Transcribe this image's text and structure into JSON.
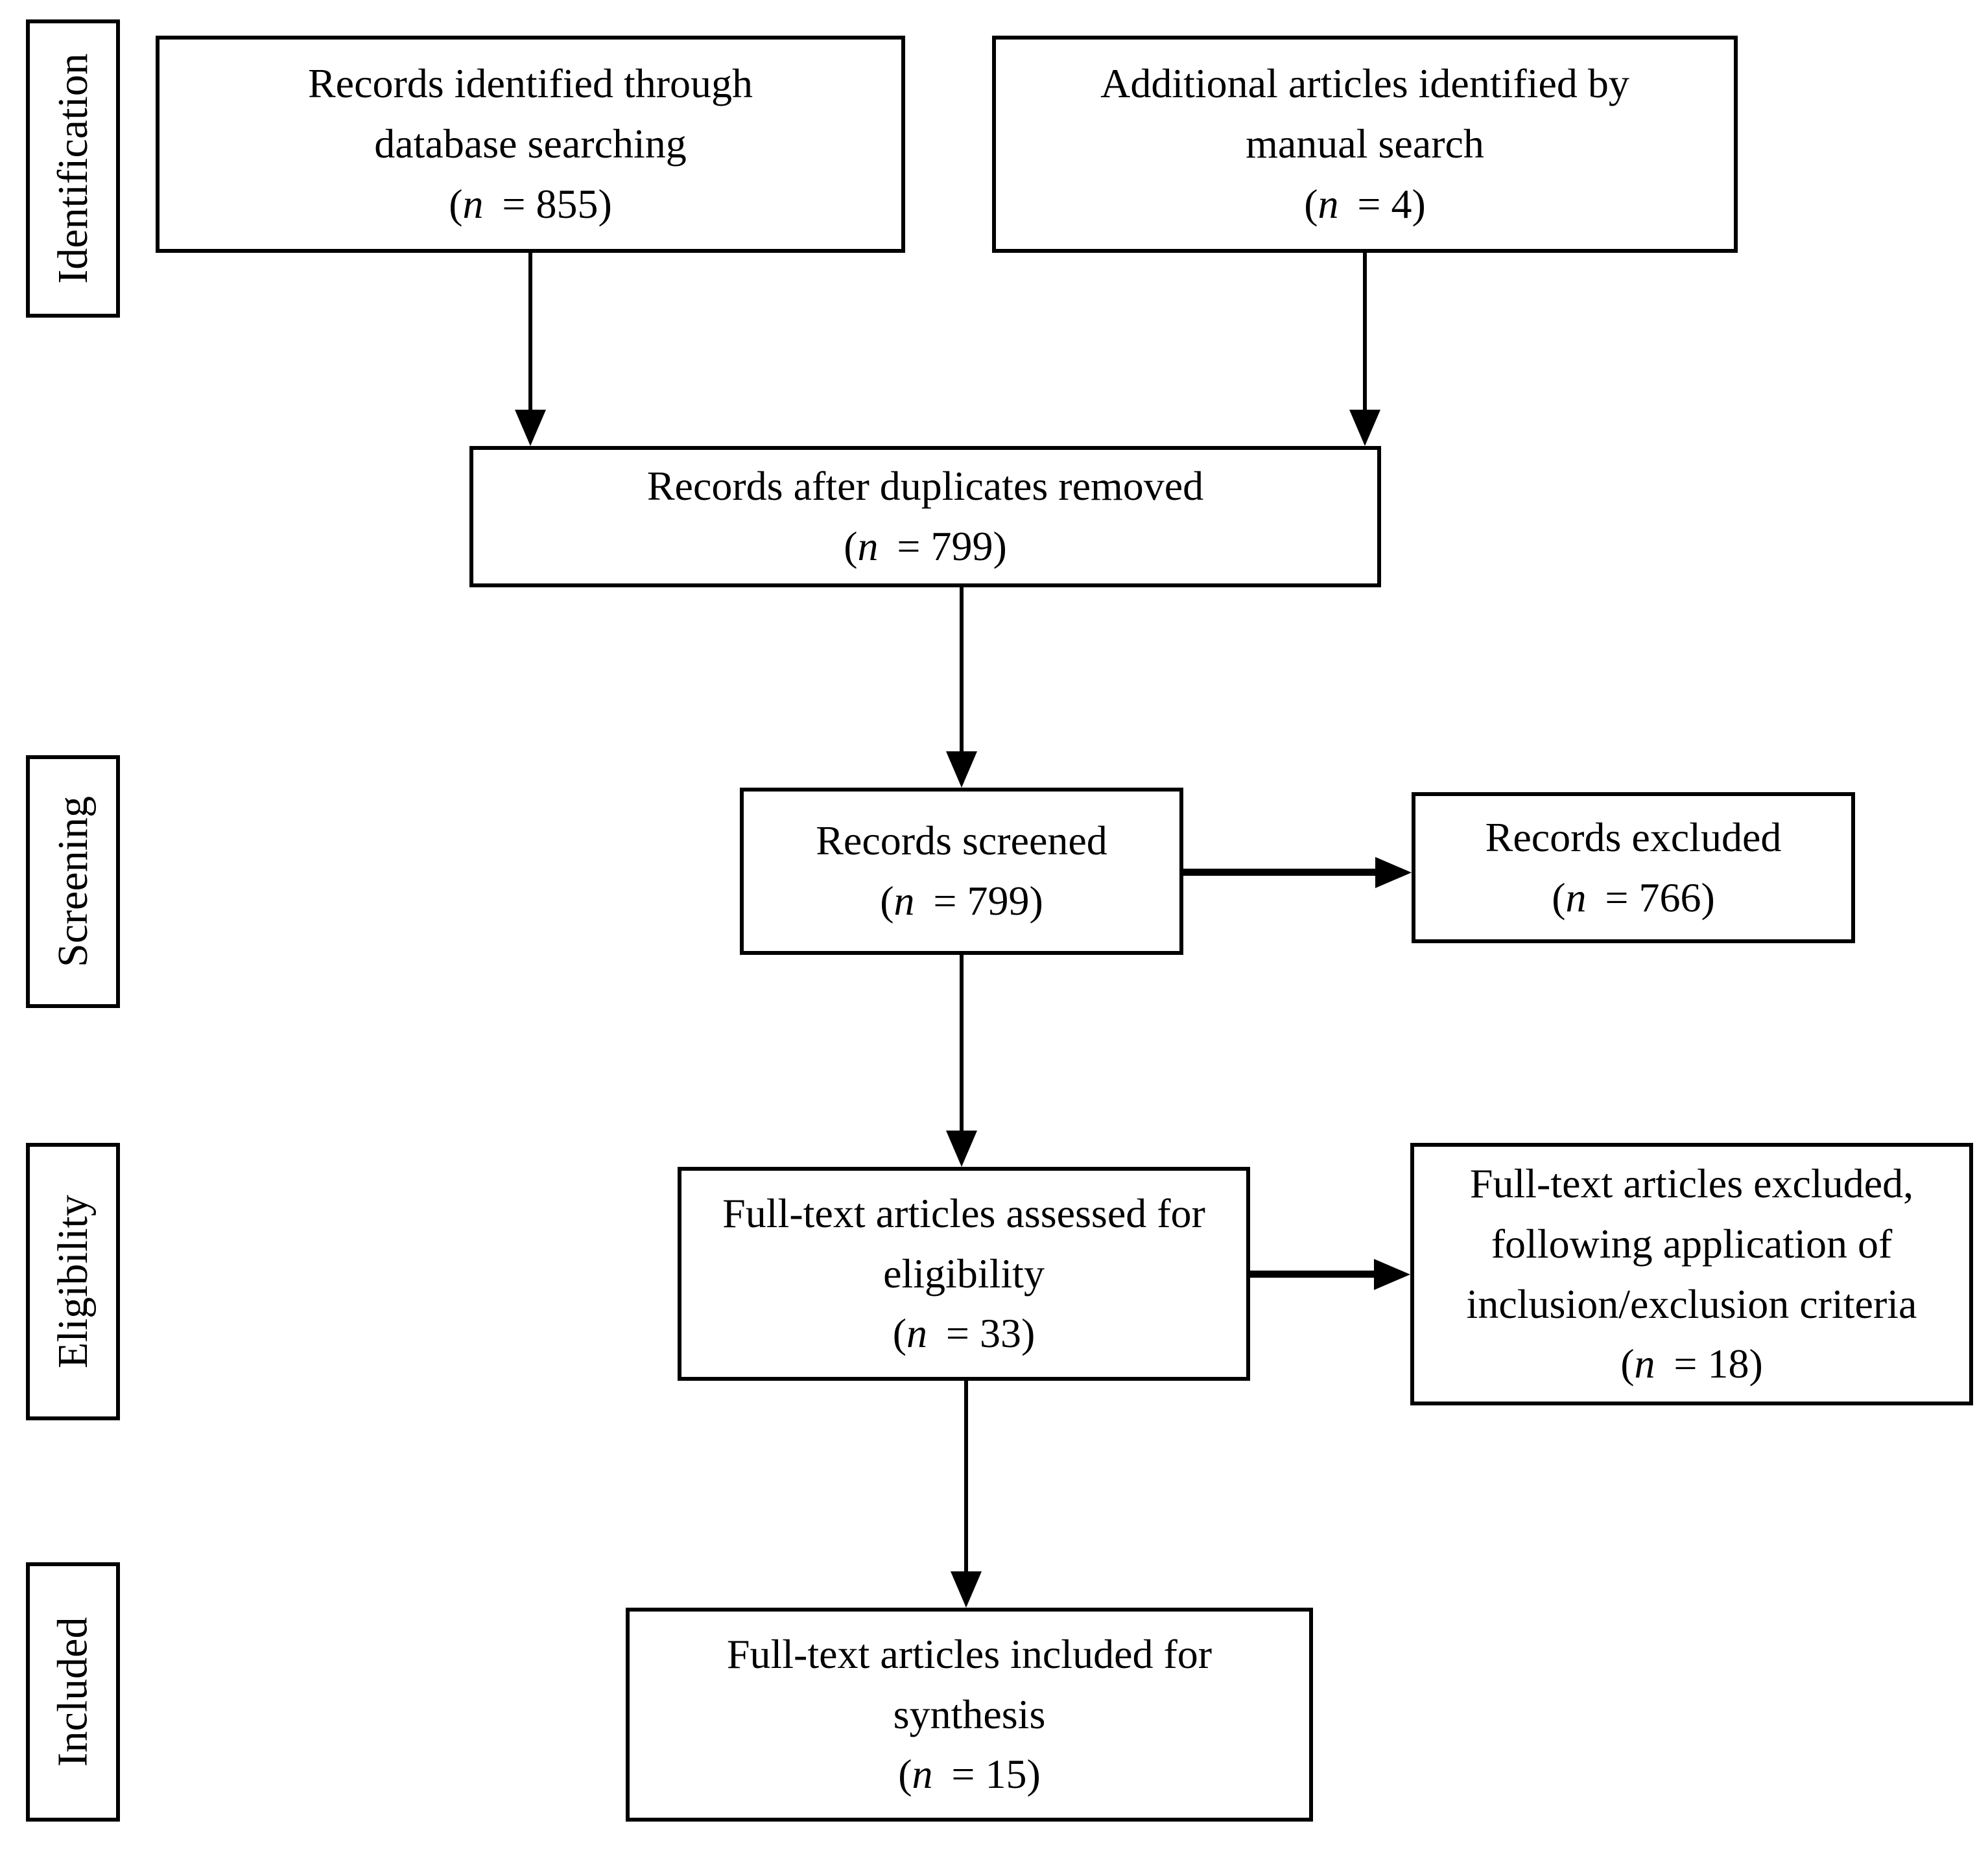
{
  "diagram_type": "PRISMA flow diagram",
  "stages": [
    {
      "label": "Identification"
    },
    {
      "label": "Screening"
    },
    {
      "label": "Eligibility"
    },
    {
      "label": "Included"
    }
  ],
  "boxes": {
    "identified": {
      "lines": [
        "Records identified through",
        "database searching"
      ],
      "count": "(n = 855)"
    },
    "additional": {
      "lines": [
        "Additional articles identified by",
        "manual search"
      ],
      "count": "(n = 4)"
    },
    "deduplicated": {
      "lines": [
        "Records after duplicates removed"
      ],
      "count": "(n = 799)"
    },
    "screened": {
      "lines": [
        "Records screened"
      ],
      "count": "(n = 799)"
    },
    "excluded": {
      "lines": [
        "Records excluded"
      ],
      "count": "(n = 766)"
    },
    "fulltext_assessed": {
      "lines": [
        "Full-text articles assessed for",
        "eligibility"
      ],
      "count": "(n = 33)"
    },
    "fulltext_excluded": {
      "lines": [
        "Full-text articles excluded,",
        "following application of",
        "inclusion/exclusion criteria"
      ],
      "count": "(n = 18)"
    },
    "included_synthesis": {
      "lines": [
        "Full-text articles included for",
        "synthesis"
      ],
      "count": "(n = 15)"
    }
  }
}
